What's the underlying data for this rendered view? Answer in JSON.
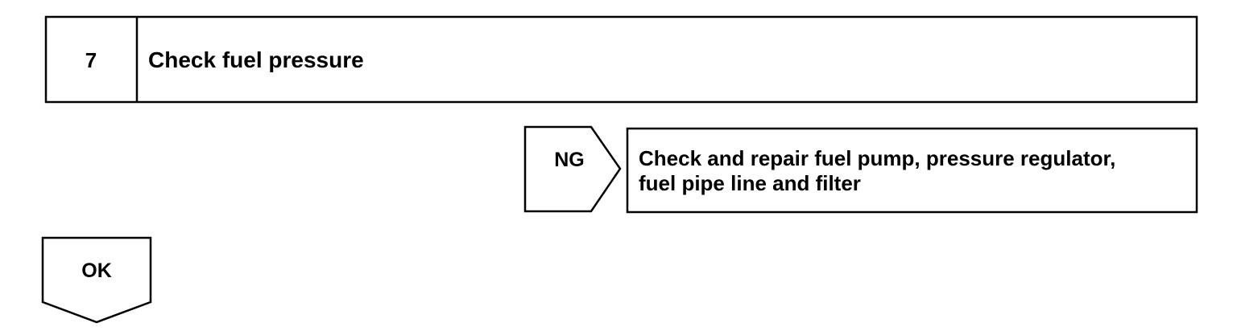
{
  "step": {
    "number": "7",
    "title": "Check fuel pressure"
  },
  "ng_branch": {
    "label": "NG",
    "action_line1": "Check and repair fuel pump, pressure regulator,",
    "action_line2": "fuel pipe line and filter"
  },
  "ok_branch": {
    "label": "OK"
  }
}
